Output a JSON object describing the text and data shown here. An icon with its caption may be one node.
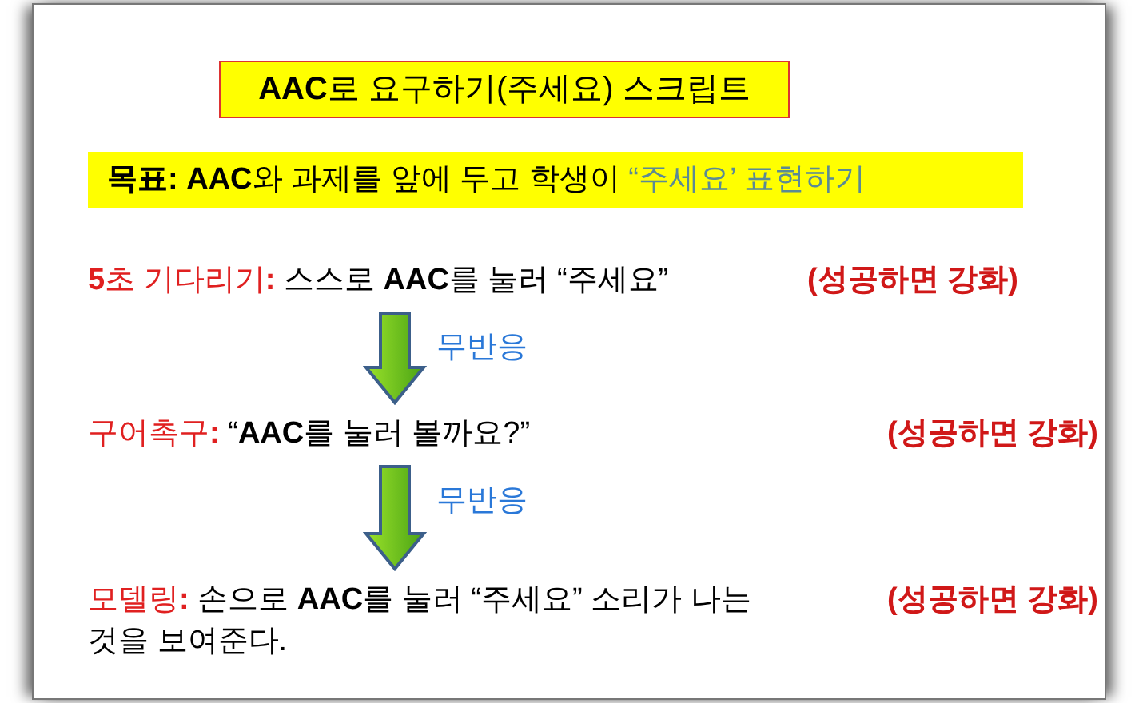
{
  "diagram": {
    "nodes": [
      {
        "text": [
          "**AAC**로 요구하기(주세요) 스크립트"
        ]
      },
      {
        "text": [
          "**목표: AAC**와 과제를 앞에 두고 학생이",
          "“주세요’ 표현하기"
        ]
      },
      {
        "text": [
          "**5**초 기다리기**:**",
          "스스로 **AAC**를 눌러 “주세요”",
          "(성공하면 강화)"
        ]
      },
      {
        "text": [
          "구어촉구**:**",
          "“**AAC**를 눌러 볼까요?”",
          "(성공하면 강화)"
        ]
      },
      {
        "text": [
          "모델링**:**",
          "손으로 **AAC**를 눌러 “주세요” 소리가 나는 것을 보여준다.",
          "(성공하면 강화)"
        ]
      }
    ],
    "edges": [
      {
        "from": 2,
        "to": 3,
        "arrow": "to",
        "label": "무반응"
      },
      {
        "from": 3,
        "to": 4,
        "arrow": "to",
        "label": "무반응"
      }
    ]
  }
}
